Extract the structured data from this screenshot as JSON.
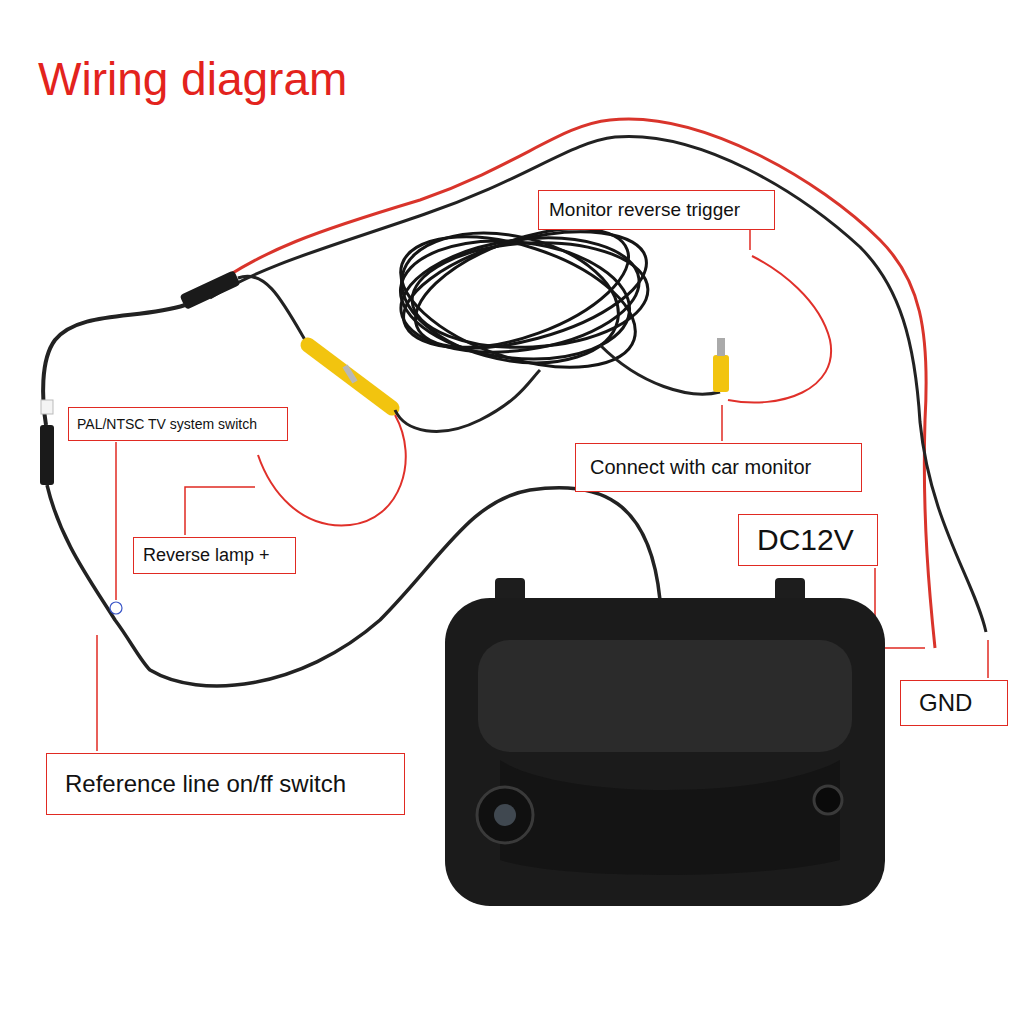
{
  "diagram": {
    "title": "Wiring diagram",
    "nodes": [
      {
        "text": [
          "Monitor reverse trigger"
        ]
      },
      {
        "text": [
          "PAL/NTSC TV system switch"
        ]
      },
      {
        "text": [
          "Connect with car monitor"
        ]
      },
      {
        "text": [
          "Reverse lamp +"
        ]
      },
      {
        "text": [
          "DC12V"
        ]
      },
      {
        "text": [
          "GND"
        ]
      },
      {
        "text": [
          "Reference line on/ff switch"
        ]
      }
    ]
  }
}
